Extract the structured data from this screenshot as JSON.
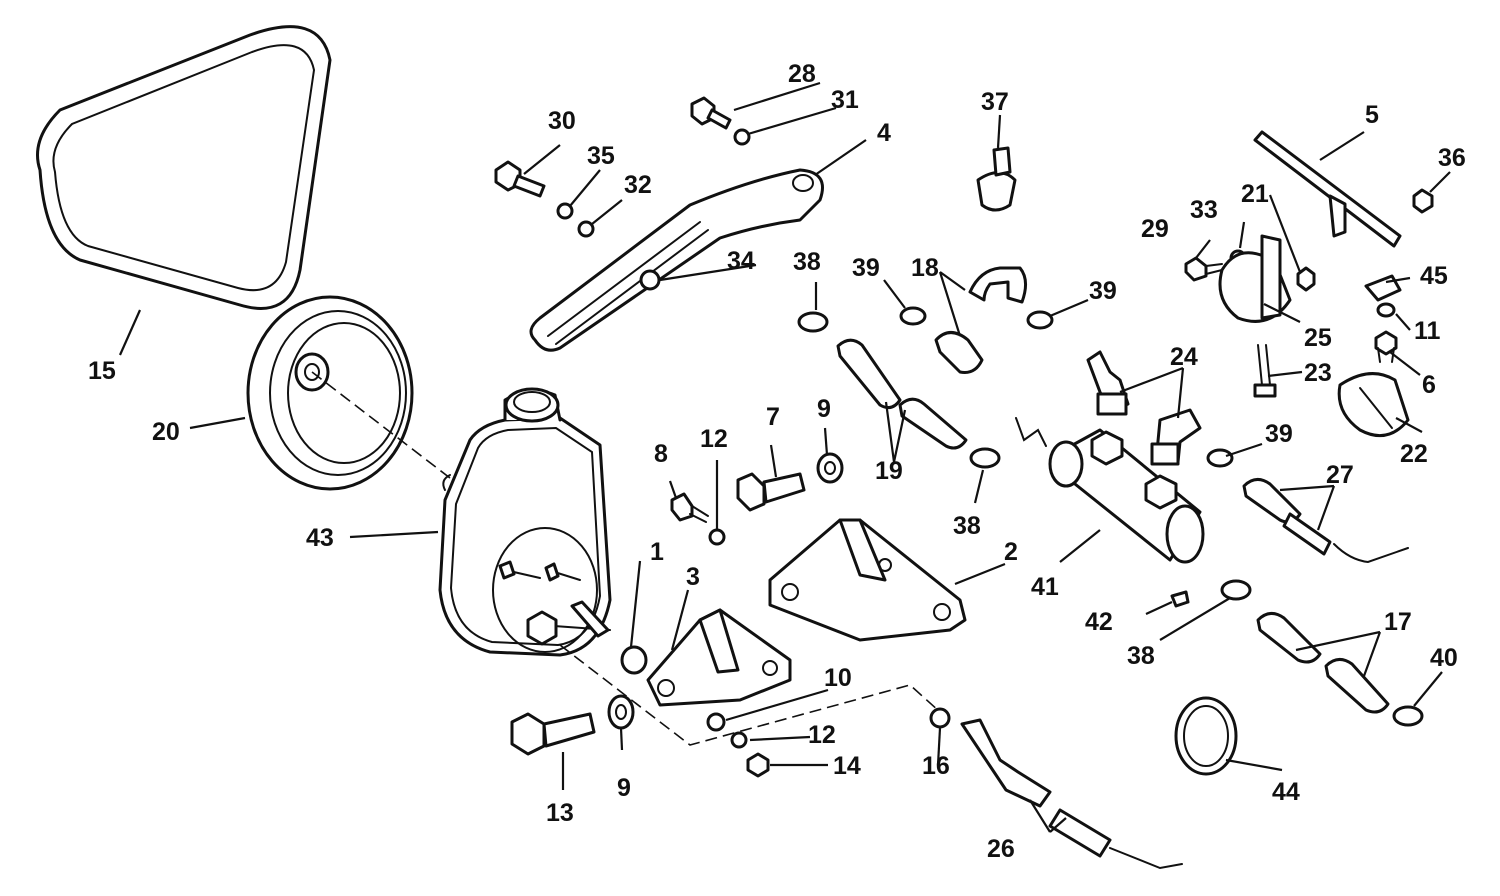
{
  "colors": {
    "line": "#111111",
    "background": "#ffffff"
  },
  "callouts": {
    "c1": "1",
    "c2": "2",
    "c3": "3",
    "c4": "4",
    "c5": "5",
    "c6": "6",
    "c7": "7",
    "c8": "8",
    "c9a": "9",
    "c9b": "9",
    "c10": "10",
    "c11": "11",
    "c12a": "12",
    "c12b": "12",
    "c13": "13",
    "c14": "14",
    "c15": "15",
    "c16": "16",
    "c17": "17",
    "c18": "18",
    "c19": "19",
    "c20": "20",
    "c21": "21",
    "c22": "22",
    "c23": "23",
    "c24": "24",
    "c25": "25",
    "c26": "26",
    "c27": "27",
    "c28": "28",
    "c29": "29",
    "c30": "30",
    "c31": "31",
    "c32": "32",
    "c33": "33",
    "c34": "34",
    "c35": "35",
    "c36": "36",
    "c37": "37",
    "c38a": "38",
    "c38b": "38",
    "c38c": "38",
    "c39a": "39",
    "c39b": "39",
    "c39c": "39",
    "c40": "40",
    "c41": "41",
    "c42": "42",
    "c43": "43",
    "c44": "44",
    "c45": "45"
  }
}
